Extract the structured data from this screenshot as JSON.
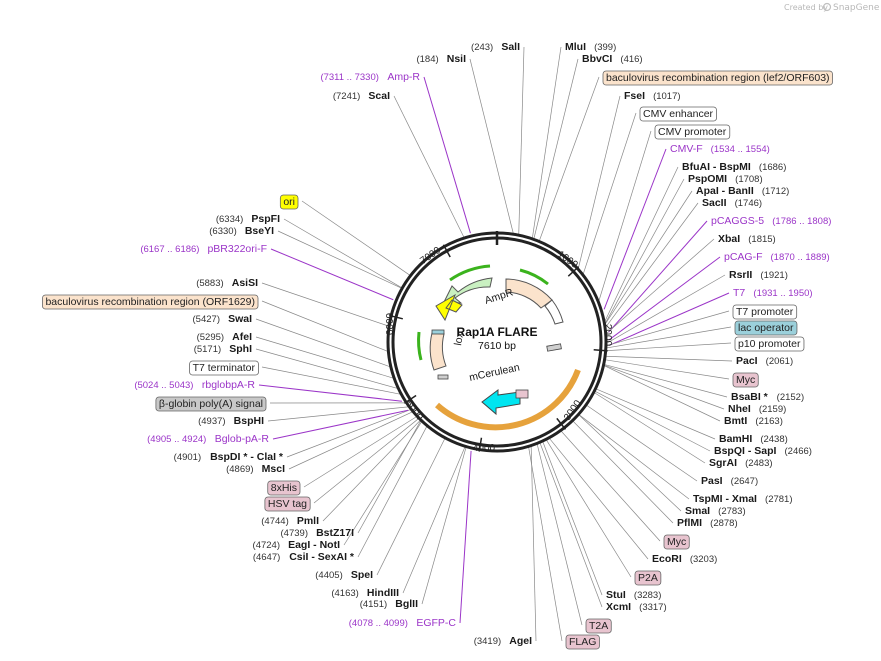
{
  "credit": {
    "text": "Created by",
    "brand": "SnapGene"
  },
  "plasmid": {
    "name": "Rap1A FLARE",
    "size": "7610 bp",
    "length": 7610
  },
  "ticks": [
    {
      "label": "1000",
      "bp": 1000
    },
    {
      "label": "2000",
      "bp": 2000
    },
    {
      "label": "3000",
      "bp": 3000
    },
    {
      "label": "4000",
      "bp": 4000
    },
    {
      "label": "5000",
      "bp": 5000
    },
    {
      "label": "6000",
      "bp": 6000
    },
    {
      "label": "7000",
      "bp": 7000
    }
  ],
  "colors": {
    "primer": "#9b35c8",
    "promoter_box": "#ffffff",
    "rec_region": "#fbe3cc",
    "ori": "#ffff00",
    "operator": "#9bd0db",
    "polyA": "#c8c8c8",
    "tag": "#e8c4cf",
    "ampr": "#c9f0c1",
    "mcerulean": "#00e5f0",
    "yellow_arrow": "#ffff00"
  },
  "labels": [
    {
      "kind": "site",
      "name": "SalI",
      "pos": "(243)",
      "bp": 243
    },
    {
      "kind": "site",
      "name": "NsiI",
      "pos": "(184)",
      "bp": 184
    },
    {
      "kind": "primer",
      "name": "Amp-R",
      "pos": "(7311 .. 7330)",
      "bp": 7320
    },
    {
      "kind": "site",
      "name": "ScaI",
      "pos": "(7241)",
      "bp": 7241
    },
    {
      "kind": "site",
      "name": "MluI",
      "pos": "(399)",
      "bp": 399
    },
    {
      "kind": "site",
      "name": "BbvCI",
      "pos": "(416)",
      "bp": 416
    },
    {
      "kind": "rec",
      "name": "baculovirus recombination region (lef2/ORF603)",
      "bp": 480
    },
    {
      "kind": "site",
      "name": "FseI",
      "pos": "(1017)",
      "bp": 1017
    },
    {
      "kind": "promoter",
      "name": "CMV enhancer",
      "bp": 1100
    },
    {
      "kind": "promoter",
      "name": "CMV promoter",
      "bp": 1450
    },
    {
      "kind": "primer",
      "name": "CMV-F",
      "pos": "(1534 .. 1554)",
      "bp": 1544
    },
    {
      "kind": "site",
      "name": "BfuAI - BspMI",
      "pos": "(1686)",
      "bp": 1686
    },
    {
      "kind": "site",
      "name": "PspOMI",
      "pos": "(1708)",
      "bp": 1708
    },
    {
      "kind": "site",
      "name": "ApaI - BanII",
      "pos": "(1712)",
      "bp": 1712
    },
    {
      "kind": "site",
      "name": "SacII",
      "pos": "(1746)",
      "bp": 1746
    },
    {
      "kind": "primer",
      "name": "pCAGGS-5",
      "pos": "(1786 .. 1808)",
      "bp": 1797
    },
    {
      "kind": "site",
      "name": "XbaI",
      "pos": "(1815)",
      "bp": 1815
    },
    {
      "kind": "primer",
      "name": "pCAG-F",
      "pos": "(1870 .. 1889)",
      "bp": 1880
    },
    {
      "kind": "site",
      "name": "RsrII",
      "pos": "(1921)",
      "bp": 1921
    },
    {
      "kind": "primer",
      "name": "T7",
      "pos": "(1931 .. 1950)",
      "bp": 1940
    },
    {
      "kind": "promoter",
      "name": "T7 promoter",
      "bp": 1945
    },
    {
      "kind": "operator",
      "name": "lac operator",
      "bp": 1970
    },
    {
      "kind": "promoter",
      "name": "p10 promoter",
      "bp": 2000
    },
    {
      "kind": "site",
      "name": "PacI",
      "pos": "(2061)",
      "bp": 2061
    },
    {
      "kind": "tag",
      "name": "Myc",
      "bp": 2100
    },
    {
      "kind": "site",
      "name": "BsaBI *",
      "pos": "(2152)",
      "bp": 2152
    },
    {
      "kind": "site",
      "name": "NheI",
      "pos": "(2159)",
      "bp": 2159
    },
    {
      "kind": "site",
      "name": "BmtI",
      "pos": "(2163)",
      "bp": 2163
    },
    {
      "kind": "site",
      "name": "BamHI",
      "pos": "(2438)",
      "bp": 2438
    },
    {
      "kind": "site",
      "name": "BspQI - SapI",
      "pos": "(2466)",
      "bp": 2466
    },
    {
      "kind": "site",
      "name": "SgrAI",
      "pos": "(2483)",
      "bp": 2483
    },
    {
      "kind": "site",
      "name": "PasI",
      "pos": "(2647)",
      "bp": 2647
    },
    {
      "kind": "site",
      "name": "TspMI - XmaI",
      "pos": "(2781)",
      "bp": 2781
    },
    {
      "kind": "site",
      "name": "SmaI",
      "pos": "(2783)",
      "bp": 2783
    },
    {
      "kind": "site",
      "name": "PflMI",
      "pos": "(2878)",
      "bp": 2878
    },
    {
      "kind": "tag",
      "name": "Myc",
      "bp": 3050
    },
    {
      "kind": "site",
      "name": "EcoRI",
      "pos": "(3203)",
      "bp": 3203
    },
    {
      "kind": "tag",
      "name": "P2A",
      "bp": 3240
    },
    {
      "kind": "site",
      "name": "StuI",
      "pos": "(3283)",
      "bp": 3283
    },
    {
      "kind": "site",
      "name": "XcmI",
      "pos": "(3317)",
      "bp": 3317
    },
    {
      "kind": "tag",
      "name": "T2A",
      "bp": 3350
    },
    {
      "kind": "site",
      "name": "AgeI",
      "pos": "(3419)",
      "bp": 3419
    },
    {
      "kind": "tag",
      "name": "FLAG",
      "bp": 3450
    },
    {
      "kind": "primer",
      "name": "EGFP-C",
      "pos": "(4078 .. 4099)",
      "bp": 4088
    },
    {
      "kind": "site",
      "name": "BglII",
      "pos": "(4151)",
      "bp": 4151
    },
    {
      "kind": "site",
      "name": "HindIII",
      "pos": "(4163)",
      "bp": 4163
    },
    {
      "kind": "site",
      "name": "SpeI",
      "pos": "(4405)",
      "bp": 4405
    },
    {
      "kind": "site",
      "name": "CsiI - SexAI *",
      "pos": "(4647)",
      "bp": 4647
    },
    {
      "kind": "site",
      "name": "EagI - NotI",
      "pos": "(4724)",
      "bp": 4724
    },
    {
      "kind": "site",
      "name": "BstZ17I",
      "pos": "(4739)",
      "bp": 4739
    },
    {
      "kind": "site",
      "name": "PmlI",
      "pos": "(4744)",
      "bp": 4744
    },
    {
      "kind": "tag",
      "name": "HSV tag",
      "bp": 4770
    },
    {
      "kind": "tag",
      "name": "8xHis",
      "bp": 4800
    },
    {
      "kind": "site",
      "name": "MscI",
      "pos": "(4869)",
      "bp": 4869
    },
    {
      "kind": "site",
      "name": "BspDI * - ClaI *",
      "pos": "(4901)",
      "bp": 4901
    },
    {
      "kind": "primer",
      "name": "Bglob-pA-R",
      "pos": "(4905 .. 4924)",
      "bp": 4914
    },
    {
      "kind": "site",
      "name": "BspHI",
      "pos": "(4937)",
      "bp": 4937
    },
    {
      "kind": "polyA",
      "name": "β-globin poly(A) signal",
      "bp": 4990
    },
    {
      "kind": "primer",
      "name": "rbglobpA-R",
      "pos": "(5024 .. 5043)",
      "bp": 5033
    },
    {
      "kind": "promoter",
      "name": "T7 terminator",
      "bp": 5100
    },
    {
      "kind": "site",
      "name": "SphI",
      "pos": "(5171)",
      "bp": 5171
    },
    {
      "kind": "site",
      "name": "AfeI",
      "pos": "(5295)",
      "bp": 5295
    },
    {
      "kind": "site",
      "name": "SwaI",
      "pos": "(5427)",
      "bp": 5427
    },
    {
      "kind": "rec",
      "name": "baculovirus recombination region (ORF1629)",
      "bp": 5600
    },
    {
      "kind": "site",
      "name": "AsiSI",
      "pos": "(5883)",
      "bp": 5883
    },
    {
      "kind": "primer",
      "name": "pBR322ori-F",
      "pos": "(6167 .. 6186)",
      "bp": 6176
    },
    {
      "kind": "site",
      "name": "BseYI",
      "pos": "(6330)",
      "bp": 6330
    },
    {
      "kind": "site",
      "name": "PspFI",
      "pos": "(6334)",
      "bp": 6334
    },
    {
      "kind": "ori",
      "name": "ori",
      "bp": 6500
    }
  ],
  "features": [
    {
      "name": "AmpR",
      "kind": "ampr"
    },
    {
      "name": "mCerulean",
      "kind": "mcerulean"
    },
    {
      "name": "lox",
      "kind": "label"
    }
  ]
}
